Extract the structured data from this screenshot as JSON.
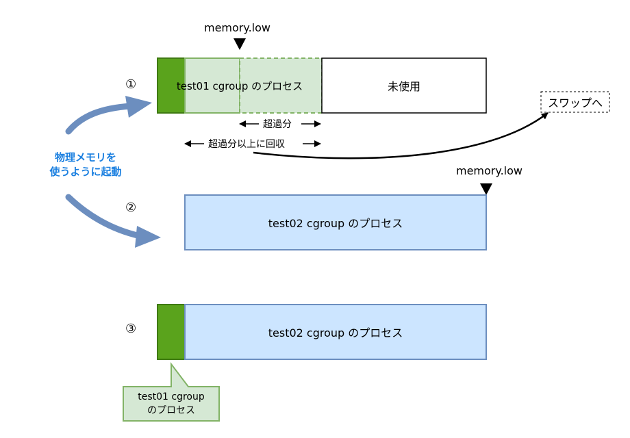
{
  "labels": {
    "memory_low_top": "memory.low",
    "memory_low_right": "memory.low",
    "step1": "①",
    "step2": "②",
    "step3": "③",
    "test01_process": "test01 cgroup のプロセス",
    "unused": "未使用",
    "excess": "超過分",
    "reclaim": "超過分以上に回収",
    "to_swap": "スワップへ",
    "start_line1": "物理メモリを",
    "start_line2": "使うように起動",
    "test02_process_a": "test02 cgroup のプロセス",
    "test02_process_b": "test02 cgroup のプロセス",
    "callout_line1": "test01 cgroup",
    "callout_line2": "のプロセス"
  },
  "colors": {
    "dark_green": "#5aa31c",
    "light_green": "#d5e8d4",
    "green_border": "#82b366",
    "light_blue": "#cce5ff",
    "blue_border": "#6c8ebf",
    "label_blue": "#1a7fe0",
    "arrow_blue": "#6c8ebf"
  }
}
